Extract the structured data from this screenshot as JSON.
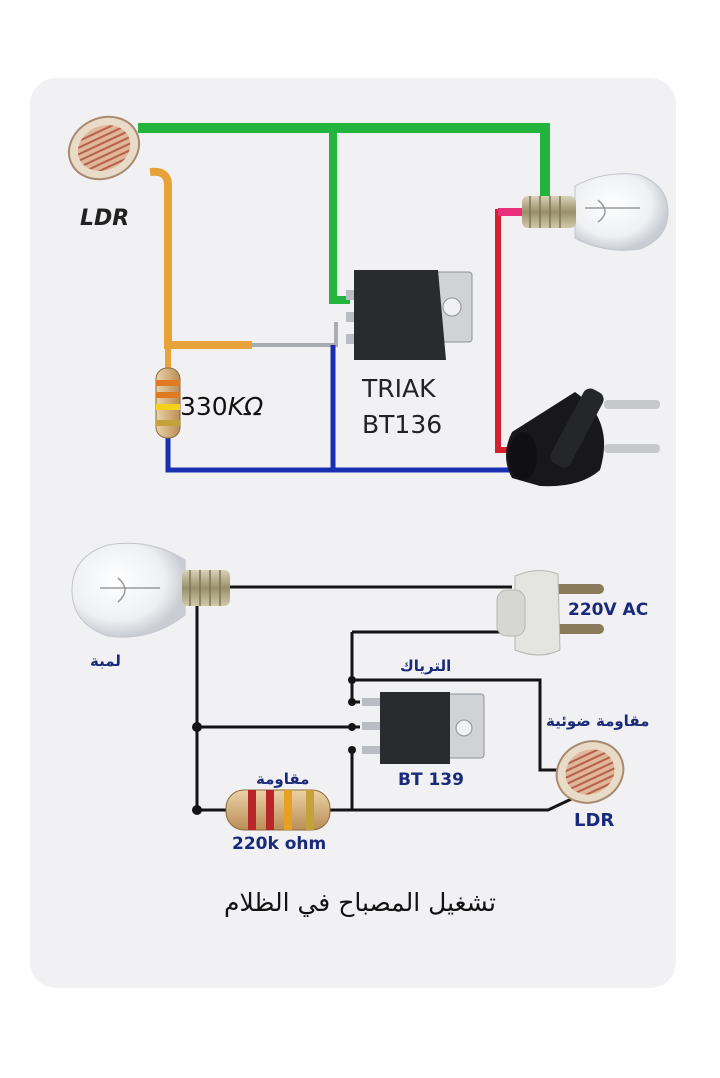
{
  "top_circuit": {
    "ldr_label": "LDR",
    "resistor_value": "330",
    "resistor_unit": "KΩ",
    "triac_name": "TRIAK",
    "triac_part": "BT136",
    "wire_colors": {
      "green": "#22b43c",
      "orange": "#e8a23a",
      "blue": "#1a2fb0",
      "red": "#d42030",
      "pink": "#e8307a"
    }
  },
  "bottom_circuit": {
    "lamp_label": "لمبة",
    "plug_label": "220V AC",
    "triac_label": "الترياك",
    "triac_part": "BT 139",
    "ldr_arabic_label": "مقاومة ضوئية",
    "ldr_label": "LDR",
    "resistor_arabic_label": "مقاومة",
    "resistor_value": "220k ohm"
  },
  "caption": "تشغيل المصباح في الظلام",
  "icons": [
    "ldr-icon",
    "bulb-icon",
    "triac-icon",
    "resistor-icon",
    "plug-icon"
  ]
}
